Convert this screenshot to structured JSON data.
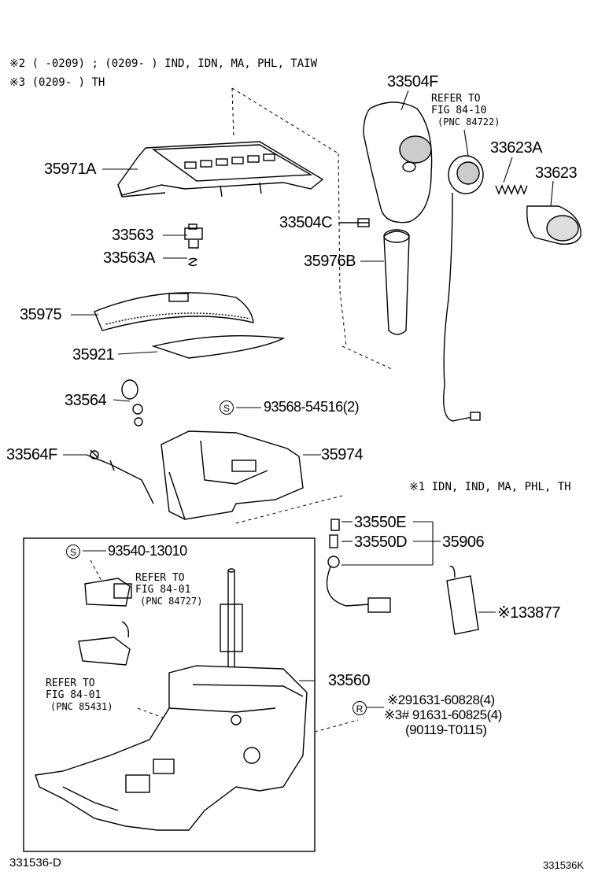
{
  "notes": {
    "note2": "※2 (      -0209) ; (0209-       ) IND, IDN, MA, PHL, TAIW",
    "note3": "※3 (0209-      ) TH",
    "note1": "※1 IDN, IND, MA, PHL, TH"
  },
  "parts": {
    "p33504F": "33504F",
    "p35971A": "35971A",
    "p33623A": "33623A",
    "p33623": "33623",
    "p33504C": "33504C",
    "p33563": "33563",
    "p33563A": "33563A",
    "p35976B": "35976B",
    "p35975": "35975",
    "p35921": "35921",
    "p33564": "33564",
    "p93568": "93568-54516(2)",
    "p33564F": "33564F",
    "p35974": "35974",
    "p33550E": "33550E",
    "p33550D": "33550D",
    "p35906": "35906",
    "p93540": "93540-13010",
    "p33877": "※133877",
    "p33560": "33560",
    "p91631a": "※291631-60828(4)",
    "p91631b": "※3# 91631-60825(4)",
    "p90119": "(90119-T0115)"
  },
  "refs": {
    "r1_line1": "REFER TO",
    "r1_line2": "FIG 84-10",
    "r1_line3": "(PNC 84722)",
    "r2_line1": "REFER TO",
    "r2_line2": "FIG 84-01",
    "r2_line3": "(PNC 84727)",
    "r3_line1": "REFER TO",
    "r3_line2": "FIG 84-01",
    "r3_line3": "(PNC 85431)"
  },
  "symbols": {
    "s_circle": "S",
    "r_circle": "R"
  },
  "footer": {
    "left": "331536-D",
    "right": "331536K"
  },
  "icons": [
    "shift-knob",
    "shift-lever",
    "indicator-housing",
    "selector-plate",
    "shift-lock-solenoid"
  ]
}
